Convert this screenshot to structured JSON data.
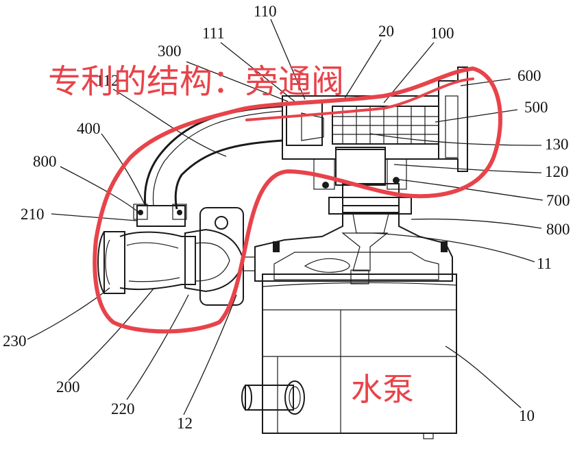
{
  "annotations": {
    "title": "专利的结构：旁通阀",
    "pump": "水泵"
  },
  "colors": {
    "annotation": "#e8434a",
    "ink": "#1a1a1a",
    "background": "#ffffff"
  },
  "labels": {
    "l110": "110",
    "l111": "111",
    "l20": "20",
    "l100": "100",
    "l300": "300",
    "l112": "112",
    "l600": "600",
    "l500": "500",
    "l400": "400",
    "l130": "130",
    "l800a": "800",
    "l120": "120",
    "l700": "700",
    "l210": "210",
    "l800b": "800",
    "l11": "11",
    "l230": "230",
    "l200": "200",
    "l220": "220",
    "l12": "12",
    "l10": "10"
  }
}
